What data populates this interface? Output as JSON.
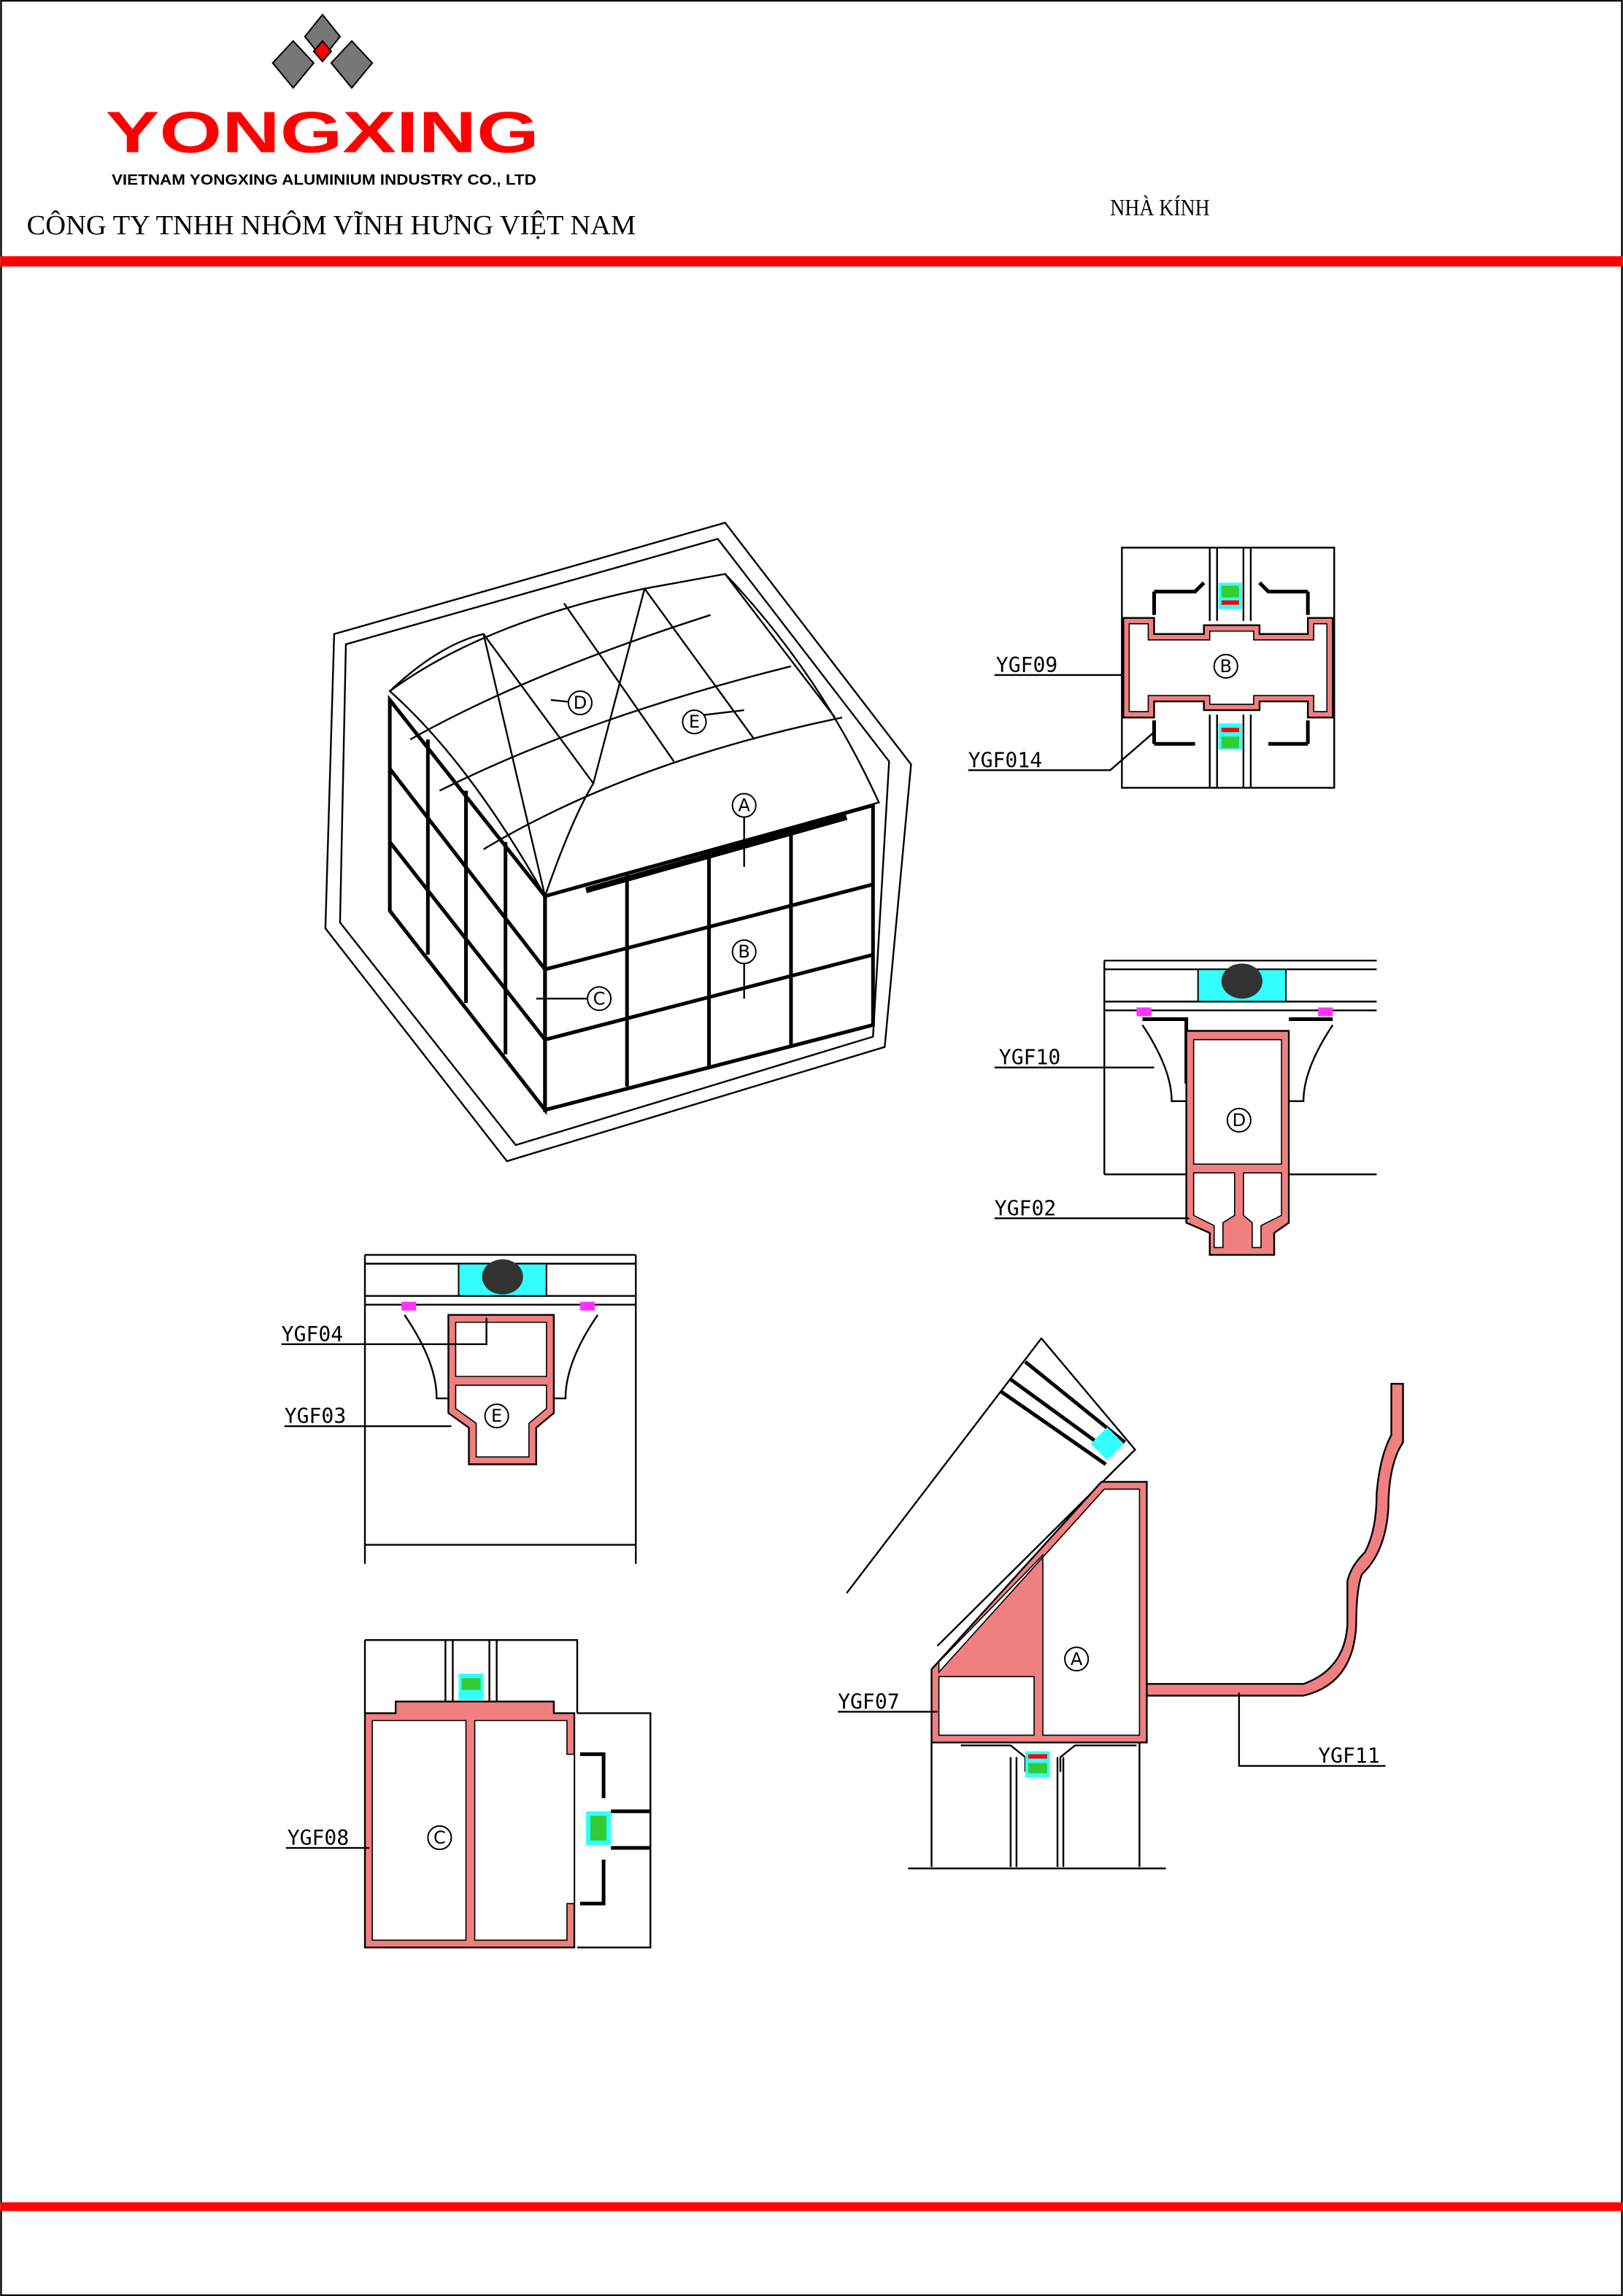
{
  "header": {
    "logo_text": "YONGXING",
    "logo_subtitle": "VIETNAM YONGXING ALUMINIUM INDUSTRY CO., LTD",
    "company_name": "CÔNG TY TNHH NHÔM VĨNH HƯNG VIỆT NAM",
    "drawing_title": "NHÀ KÍNH"
  },
  "colors": {
    "accent_red": "#ff0000",
    "profile_fill": "#f08080",
    "logo_gray": "#777777",
    "gasket_cyan": "#33ffff",
    "gasket_green": "#33cc33",
    "seal_magenta": "#ff33ff"
  },
  "detail_markers": {
    "A": "A",
    "B": "B",
    "C": "C",
    "D": "D",
    "E": "E"
  },
  "profile_labels": {
    "ygf09": "YGF09",
    "ygf014": "YGF014",
    "ygf10": "YGF10",
    "ygf02": "YGF02",
    "ygf04": "YGF04",
    "ygf03": "YGF03",
    "ygf08": "YGF08",
    "ygf07": "YGF07",
    "ygf11": "YGF11"
  }
}
